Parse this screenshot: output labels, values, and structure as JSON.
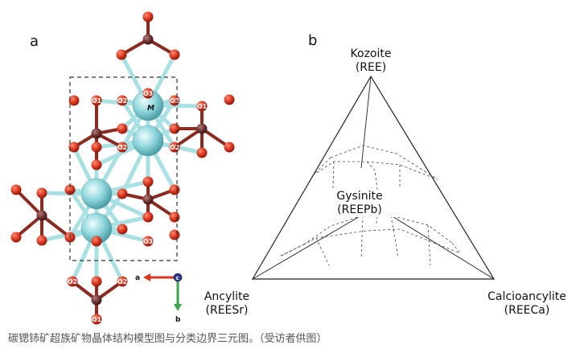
{
  "panel_a": {
    "label": "a",
    "metal_site_label": "M",
    "axis_a_label": "a",
    "axis_b_label": "b",
    "axis_c_label": "c",
    "site_labels": [
      "O3",
      "O1",
      "O2",
      "O2",
      "O1",
      "O2",
      "O2",
      "O3",
      "O2",
      "O2",
      "O1"
    ]
  },
  "panel_b": {
    "label": "b",
    "vertices": {
      "top": {
        "name": "Kozoite",
        "formula": "(REE)"
      },
      "left": {
        "name": "Ancylite",
        "formula": "(REESr)"
      },
      "right": {
        "name": "Calcioancylite",
        "formula": "(REECa)"
      }
    },
    "center": {
      "name": "Gysinite",
      "formula": "(REEPb)"
    }
  },
  "caption": "碳锶铈矿超族矿物晶体结构模型图与分类边界三元图。（受访者供图）",
  "colors": {
    "oxygen": "#d9341d",
    "carbon": "#7a3a3a",
    "metal": "#8fd6dc",
    "bond": "#a8e0e4",
    "axis_a": "#d9341d",
    "axis_b": "#3aa64a",
    "axis_c": "#2a3a9a"
  }
}
